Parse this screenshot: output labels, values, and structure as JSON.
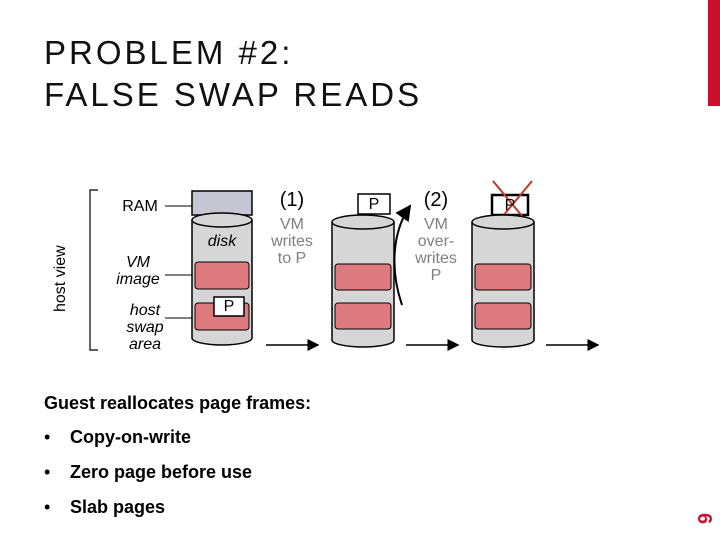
{
  "slide": {
    "title_line1": "PROBLEM #2:",
    "title_line2": "FALSE SWAP READS",
    "accent_color": "#c8102e",
    "page_number": "6"
  },
  "diagram": {
    "side_label": "host view",
    "row_labels": {
      "ram": "RAM",
      "vm_image_line1": "VM",
      "vm_image_line2": "image",
      "swap_line1": "host",
      "swap_line2": "swap",
      "swap_line3": "area"
    },
    "disk_label": "disk",
    "page_label": "P",
    "step1": {
      "number": "(1)",
      "line1": "VM",
      "line2": "writes",
      "line3": "to P"
    },
    "step2": {
      "number": "(2)",
      "line1": "VM",
      "line2": "over-",
      "line3": "writes",
      "line4": "P"
    },
    "colors": {
      "ram_block": "#c7c7d3",
      "disk_gray": "#d6d6d6",
      "slot_red": "#dc7a80",
      "cross": "#c0392b"
    }
  },
  "content": {
    "heading": "Guest reallocates page frames:",
    "bullet_symbol": "•",
    "bullets": [
      "Copy-on-write",
      "Zero page before use",
      "Slab pages"
    ]
  }
}
